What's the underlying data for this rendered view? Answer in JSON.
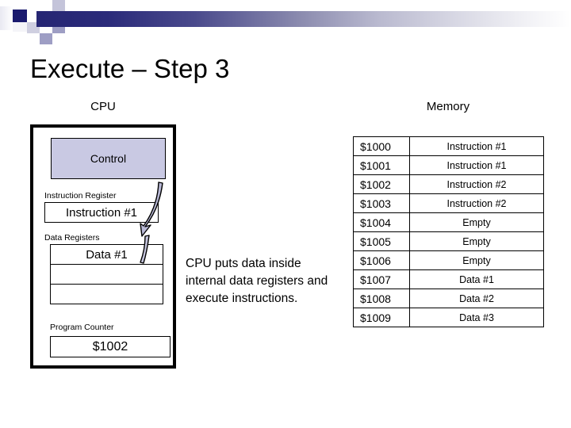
{
  "slide": {
    "title": "Execute – Step 3",
    "caption": "CPU puts data inside internal data registers and execute instructions."
  },
  "cpu": {
    "label": "CPU",
    "control_label": "Control",
    "instruction_register": {
      "caption": "Instruction Register",
      "value": "Instruction #1"
    },
    "data_registers": {
      "caption": "Data Registers",
      "rows": [
        {
          "value": "Data #1",
          "filled": true
        },
        {
          "value": "",
          "filled": false
        },
        {
          "value": "",
          "filled": false
        }
      ]
    },
    "program_counter": {
      "caption": "Program Counter",
      "value": "$1002"
    }
  },
  "memory": {
    "label": "Memory",
    "rows": [
      {
        "address": "$1000",
        "value": "Instruction #1"
      },
      {
        "address": "$1001",
        "value": "Instruction #1"
      },
      {
        "address": "$1002",
        "value": "Instruction #2"
      },
      {
        "address": "$1003",
        "value": "Instruction #2"
      },
      {
        "address": "$1004",
        "value": "Empty"
      },
      {
        "address": "$1005",
        "value": "Empty"
      },
      {
        "address": "$1006",
        "value": "Empty"
      },
      {
        "address": "$1007",
        "value": "Data #1"
      },
      {
        "address": "$1008",
        "value": "Data #2"
      },
      {
        "address": "$1009",
        "value": "Data #3"
      }
    ]
  },
  "theme": {
    "banner_dark": "#262673",
    "banner_light": "#ffffff",
    "box_fill": "#c9c9e3",
    "border": "#000000",
    "text": "#000000"
  }
}
